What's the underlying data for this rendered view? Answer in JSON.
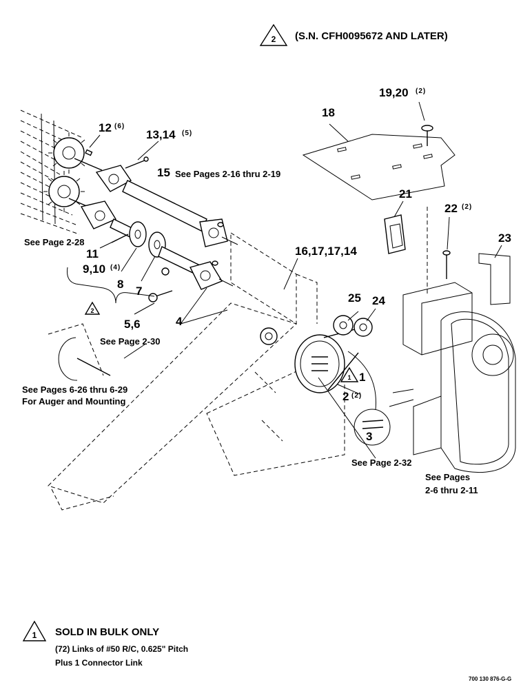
{
  "header": {
    "triangle_number": "2",
    "serial_note": "(S.N. CFH0095672 AND LATER)"
  },
  "callouts": [
    {
      "id": "c12",
      "text": "12",
      "qty": "(6)"
    },
    {
      "id": "c13",
      "text": "13,14",
      "qty": "(5)"
    },
    {
      "id": "c15",
      "text": "15",
      "ref": "See Pages 2-16 thru 2-19"
    },
    {
      "id": "c18",
      "text": "18"
    },
    {
      "id": "c19",
      "text": "19,20",
      "qty": "(2)"
    },
    {
      "id": "c21",
      "text": "21"
    },
    {
      "id": "c22",
      "text": "22",
      "qty": "(2)"
    },
    {
      "id": "c23",
      "text": "23"
    },
    {
      "id": "c11",
      "text": "11"
    },
    {
      "id": "c9",
      "text": "9,10",
      "qty": "(4)"
    },
    {
      "id": "c8",
      "text": "8"
    },
    {
      "id": "c7",
      "text": "7"
    },
    {
      "id": "c16",
      "text": "16,17,17,14"
    },
    {
      "id": "c25",
      "text": "25"
    },
    {
      "id": "c24",
      "text": "24"
    },
    {
      "id": "c4",
      "text": "4"
    },
    {
      "id": "c5",
      "text": "5,6"
    },
    {
      "id": "c1",
      "text": "1"
    },
    {
      "id": "c2",
      "text": "2",
      "qty": "(2)"
    },
    {
      "id": "c3",
      "text": "3"
    }
  ],
  "references": {
    "page_2_28": "See Page 2-28",
    "page_2_30": "See Page 2-30",
    "auger_line1": "See Pages 6-26 thru 6-29",
    "auger_line2": "For Auger and Mounting",
    "page_2_32": "See Page 2-32",
    "pages_line1": "See Pages",
    "pages_line2": "2-6 thru 2-11"
  },
  "triangles": {
    "left_bracket": "2",
    "chain_marker": "1"
  },
  "footnote": {
    "triangle_number": "1",
    "title": "SOLD IN BULK ONLY",
    "line1": "(72) Links of #50 R/C, 0.625\" Pitch",
    "line2": "Plus 1 Connector Link"
  },
  "drawing_code": "700 130 876-G-G"
}
